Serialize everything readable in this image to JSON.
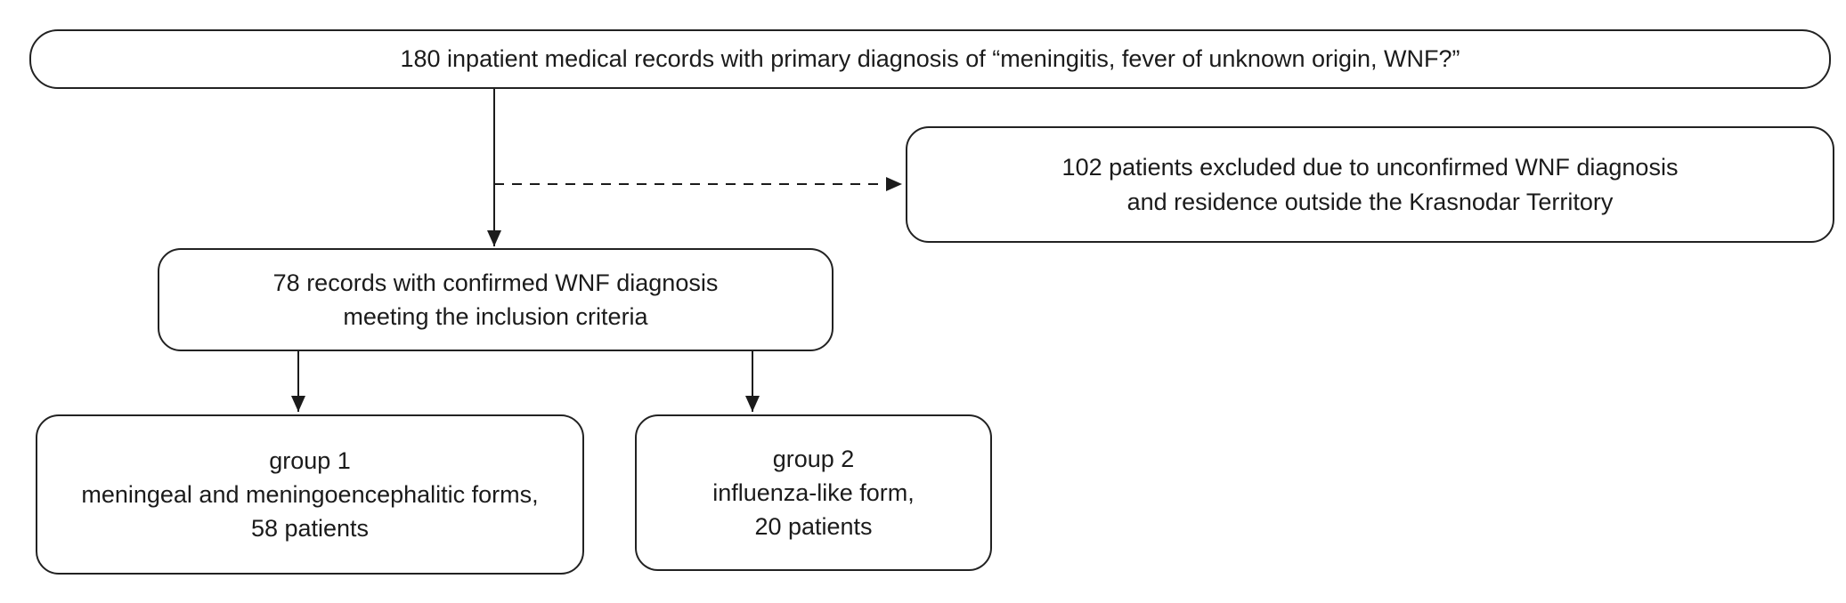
{
  "diagram": {
    "type": "flowchart",
    "colors": {
      "background": "#ffffff",
      "border": "#222222",
      "text": "#1b1b1b",
      "arrow": "#1b1b1b"
    },
    "nodes": {
      "total": {
        "lines": [
          "180 inpatient medical records with primary diagnosis of “meningitis, fever of unknown origin, WNF?”"
        ]
      },
      "excluded": {
        "lines": [
          "102 patients excluded due to unconfirmed WNF diagnosis",
          "and residence outside the Krasnodar Territory"
        ]
      },
      "included": {
        "lines": [
          "78 records with confirmed WNF diagnosis",
          "meeting the inclusion criteria"
        ]
      },
      "group1": {
        "lines": [
          "group 1",
          "meningeal and meningoencephalitic forms,",
          "58 patients"
        ]
      },
      "group2": {
        "lines": [
          "group 2",
          "influenza-like form,",
          "20 patients"
        ]
      }
    },
    "edges": [
      {
        "from": "total",
        "to": "included",
        "style": "solid"
      },
      {
        "from": "total",
        "to": "excluded",
        "style": "dashed"
      },
      {
        "from": "included",
        "to": "group1",
        "style": "solid"
      },
      {
        "from": "included",
        "to": "group2",
        "style": "solid"
      }
    ]
  }
}
